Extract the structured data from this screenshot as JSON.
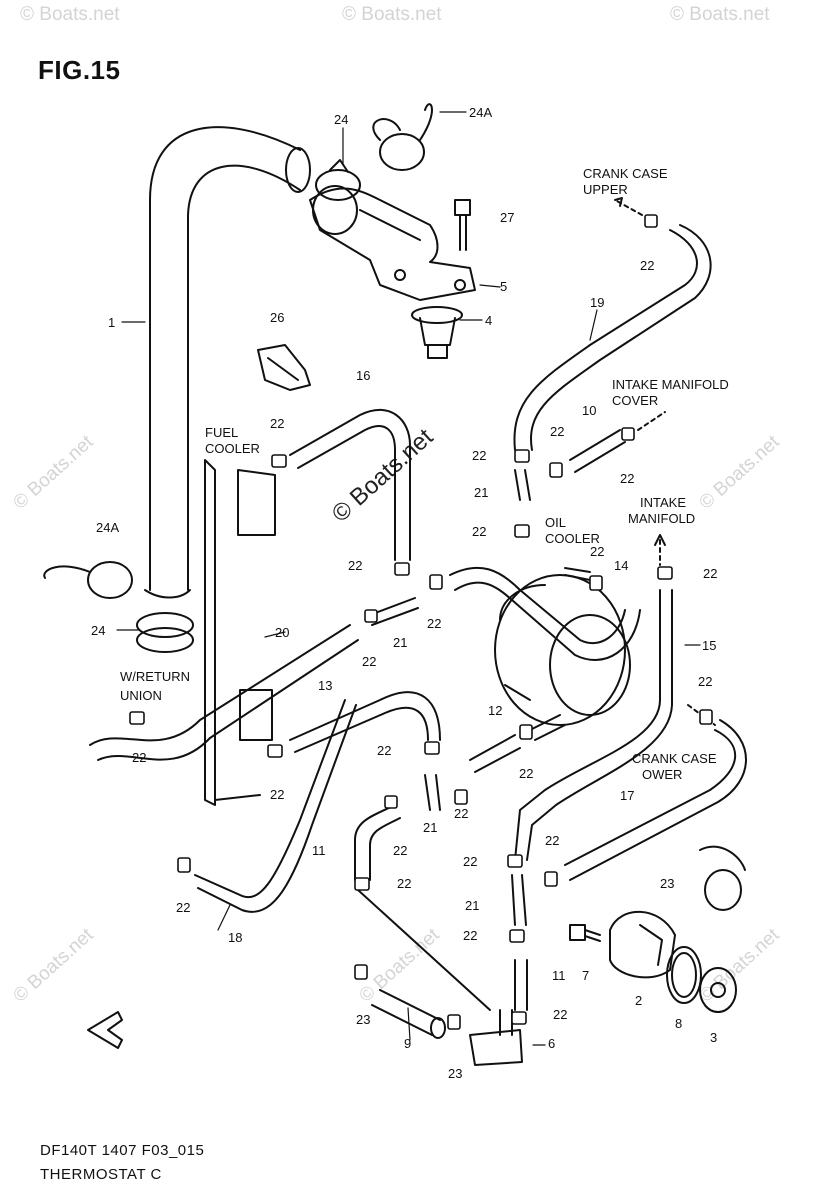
{
  "figure": {
    "title": "FIG.15",
    "footer_code": "DF140T 1407 F03_015",
    "footer_name": "THERMOSTAT C"
  },
  "watermarks": {
    "corner": "© Boats.net",
    "center": "© Boats.net"
  },
  "callouts": {
    "c1": "1",
    "c2": "2",
    "c3": "3",
    "c4": "4",
    "c5": "5",
    "c6": "6",
    "c7": "7",
    "c8": "8",
    "c9": "9",
    "c10": "10",
    "c11a": "11",
    "c11b": "11",
    "c12": "12",
    "c13": "13",
    "c14": "14",
    "c15": "15",
    "c16": "16",
    "c17": "17",
    "c18": "18",
    "c19": "19",
    "c20": "20",
    "c21a": "21",
    "c21b": "21",
    "c21c": "21",
    "c21d": "21",
    "c22a": "22",
    "c22b": "22",
    "c22c": "22",
    "c22d": "22",
    "c22e": "22",
    "c22f": "22",
    "c22g": "22",
    "c22h": "22",
    "c22i": "22",
    "c22j": "22",
    "c22k": "22",
    "c22l": "22",
    "c22m": "22",
    "c22n": "22",
    "c22o": "22",
    "c22p": "22",
    "c22q": "22",
    "c22r": "22",
    "c22s": "22",
    "c22t": "22",
    "c22u": "22",
    "c22v": "22",
    "c22w": "22",
    "c22x": "22",
    "c23a": "23",
    "c23b": "23",
    "c23c": "23",
    "c24a": "24",
    "c24b": "24",
    "c24A_a": "24A",
    "c24A_b": "24A",
    "c26": "26",
    "c27": "27"
  },
  "labels": {
    "crank_case_upper_1": "CRANK CASE",
    "crank_case_upper_2": "UPPER",
    "intake_manifold_cover_1": "INTAKE MANIFOLD",
    "intake_manifold_cover_2": "COVER",
    "intake_manifold_1": "INTAKE",
    "intake_manifold_2": "MANIFOLD",
    "fuel_cooler_1": "FUEL",
    "fuel_cooler_2": "COOLER",
    "oil_cooler_1": "OIL",
    "oil_cooler_2": "COOLER",
    "w_return_union_1": "W/RETURN",
    "w_return_union_2": "UNION",
    "crank_case_lower_1": "CRANK CASE",
    "crank_case_lower_2": "OWER"
  }
}
